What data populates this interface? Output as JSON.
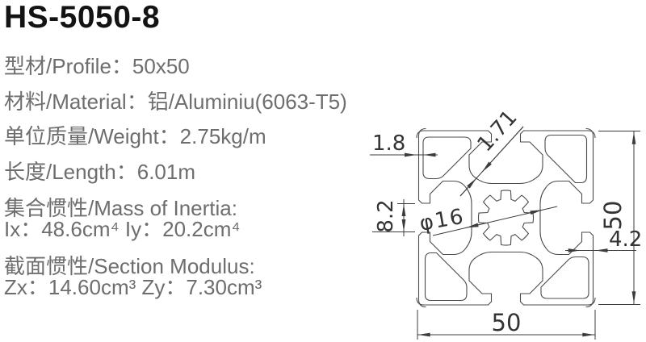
{
  "title": "HS-5050-8",
  "specs": {
    "profile": "型材/Profile：50x50",
    "material": "材料/Material：铝/Aluminiu(6063-T5)",
    "weight": "单位质量/Weight：2.75kg/m",
    "length": "长度/Length：6.01m",
    "inertia_title": "集合惯性/Mass of Inertia:",
    "inertia_values": "Ix：48.6cm⁴ Iy：20.2cm⁴",
    "modulus_title": "截面惯性/Section Modulus:",
    "modulus_values": "Zx：14.60cm³ Zy：7.30cm³"
  },
  "drawing": {
    "wall_thickness": "1.8",
    "web_thickness": "1.71",
    "slot_width": "8.2",
    "bore_diameter": "φ16",
    "profile_height": "50",
    "lip_depth": "4.2",
    "profile_width": "50",
    "line_color": "#4b4b4b",
    "text_color": "#333333"
  }
}
